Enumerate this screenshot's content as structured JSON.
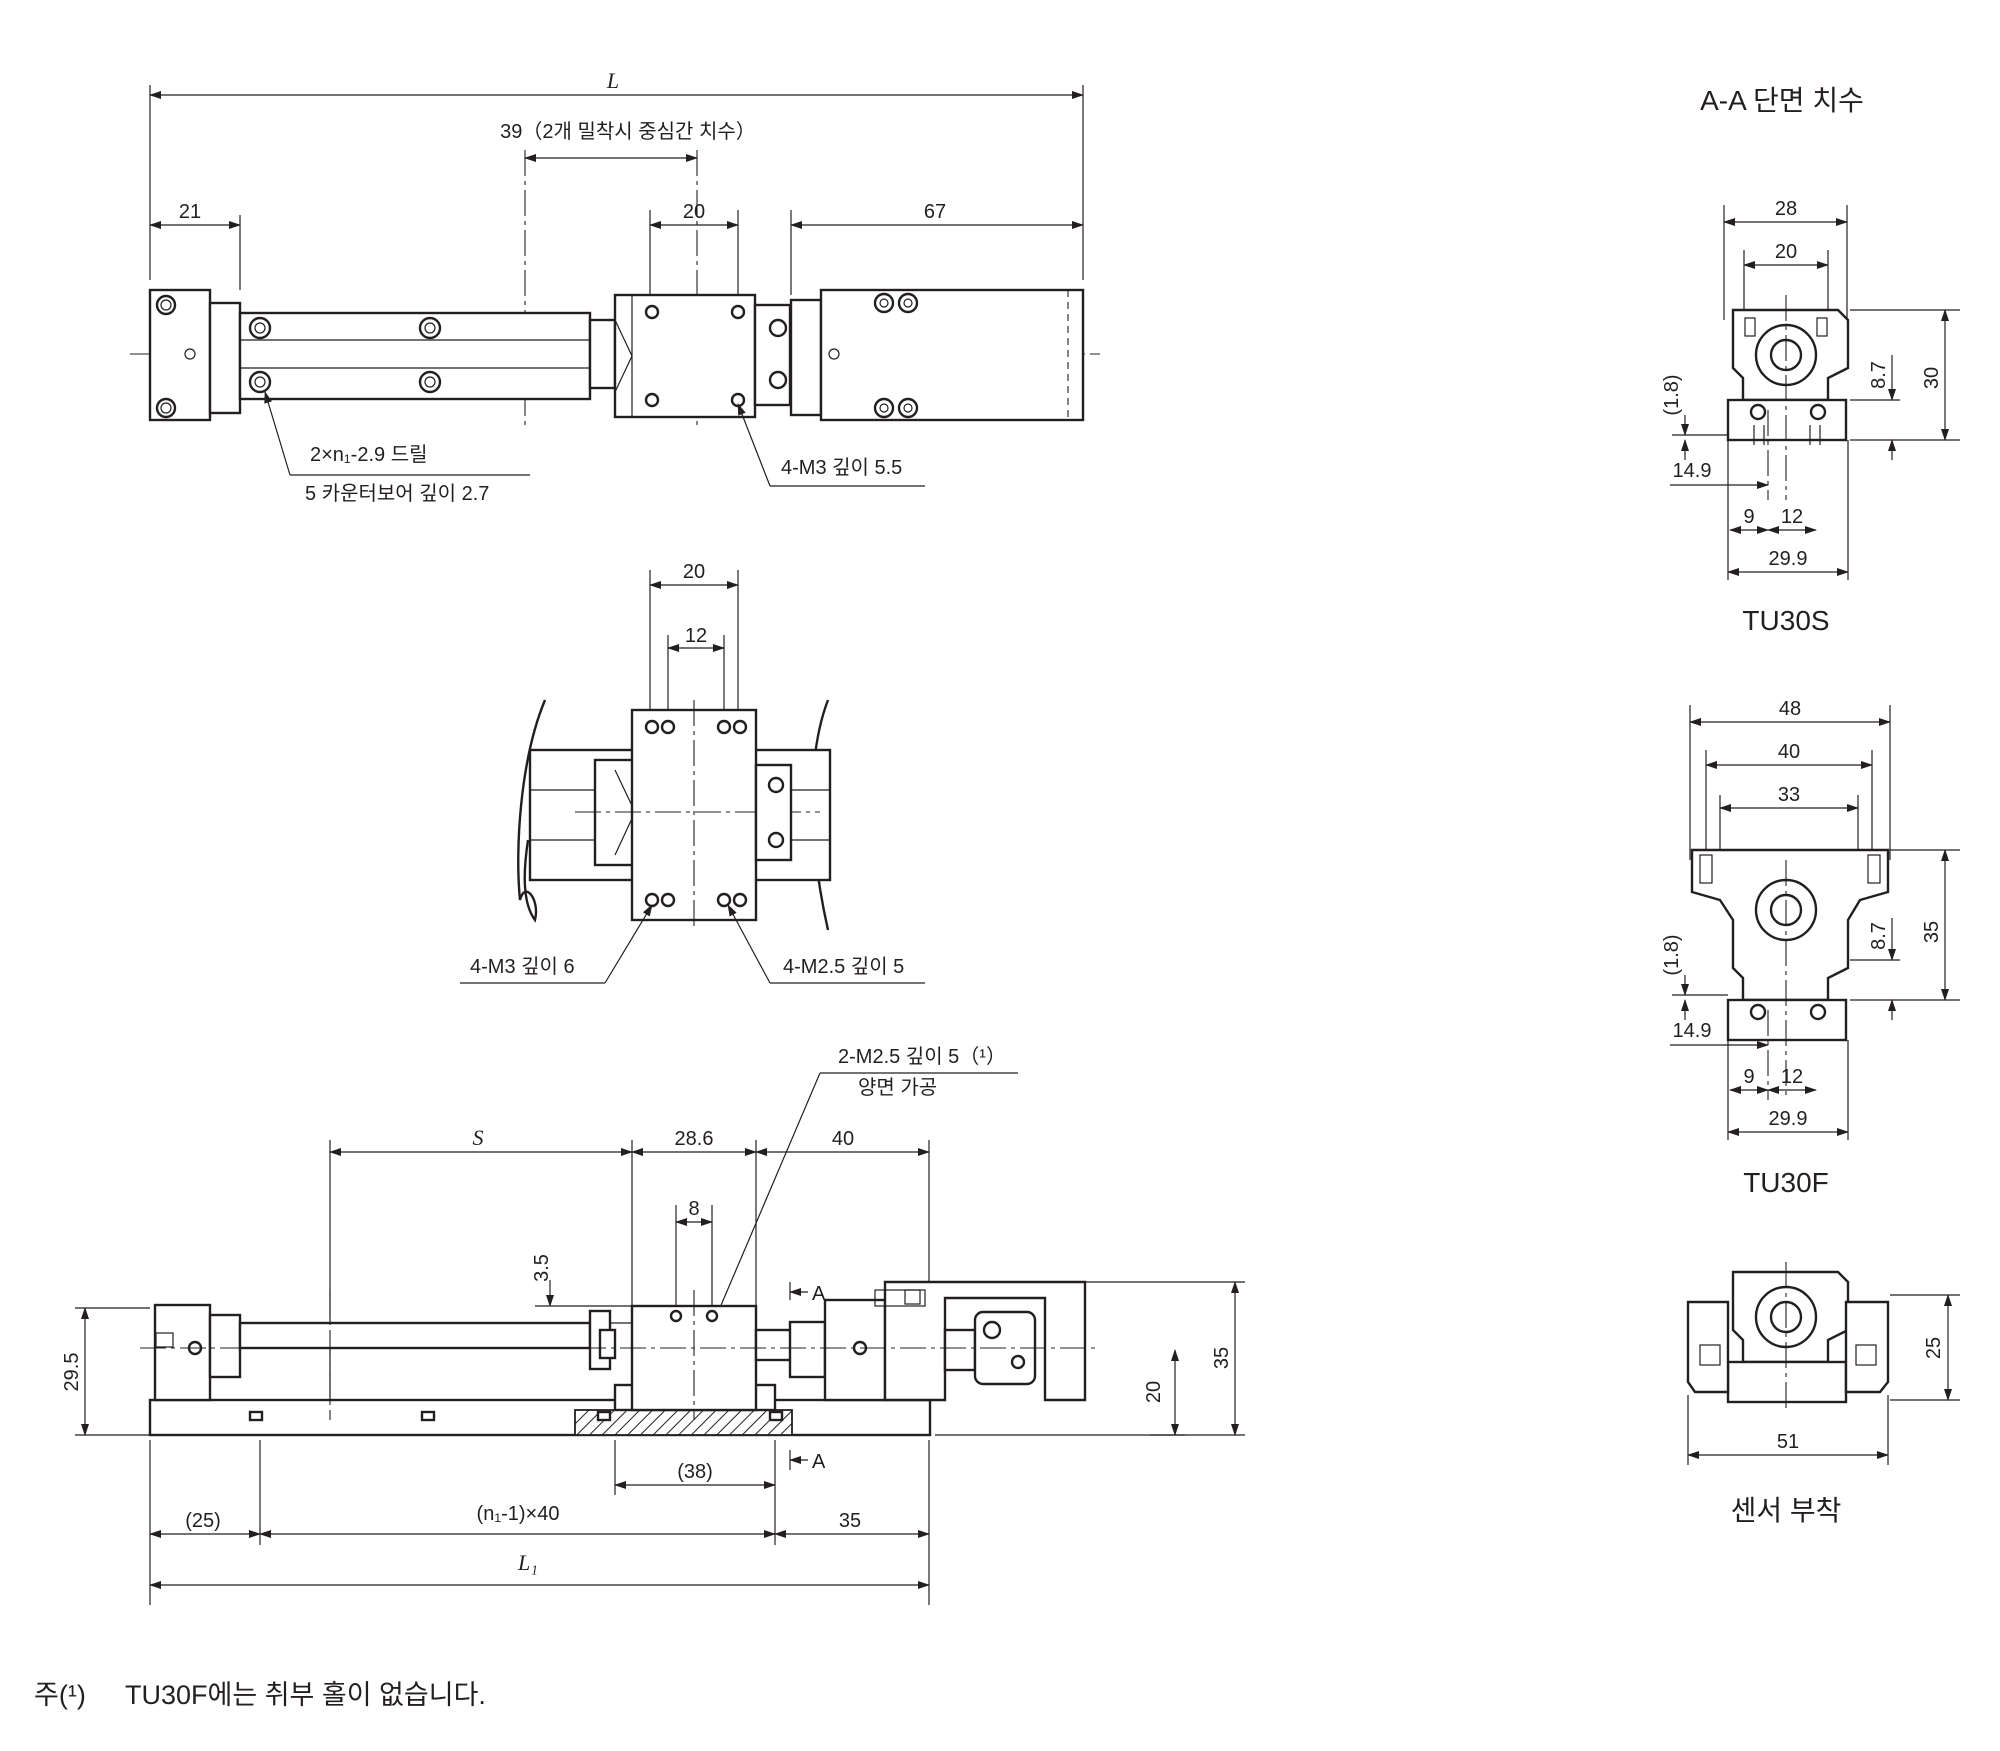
{
  "top_view": {
    "dim_L": "L",
    "dim_39": "39（2개 밀착시 중심간 치수）",
    "dim_21": "21",
    "dim_20": "20",
    "dim_67": "67",
    "callout_drill_1": "2×n₁-2.9 드릴",
    "callout_drill_2": "5 카운터보어 깊이 2.7",
    "callout_m3": "4-M3 깊이 5.5"
  },
  "slider_view": {
    "dim_20": "20",
    "dim_12": "12",
    "callout_m3": "4-M3 깊이 6",
    "callout_m25": "4-M2.5 깊이 5"
  },
  "side_view": {
    "callout_1": "2-M2.5 깊이 5（¹）",
    "callout_2": "양면 가공",
    "dim_S": "S",
    "dim_28_6": "28.6",
    "dim_40": "40",
    "dim_8": "8",
    "dim_3_5": "3.5",
    "dim_29_5": "29.5",
    "dim_20": "20",
    "dim_35_h": "35",
    "section_a_top": "A",
    "section_a_bottom": "A",
    "dim_38": "(38)",
    "dim_25": "(25)",
    "dim_n1x40": "(n₁-1)×40",
    "dim_35": "35",
    "dim_L1": "L₁"
  },
  "section": {
    "title": "A-A 단면 치수",
    "tu30s": {
      "label": "TU30S",
      "dim_28": "28",
      "dim_20": "20",
      "dim_30": "30",
      "dim_8_7": "8.7",
      "dim_1_8": "(1.8)",
      "dim_14_9": "14.9",
      "dim_9": "9",
      "dim_12": "12",
      "dim_29_9": "29.9"
    },
    "tu30f": {
      "label": "TU30F",
      "dim_48": "48",
      "dim_40": "40",
      "dim_33": "33",
      "dim_35": "35",
      "dim_8_7": "8.7",
      "dim_1_8": "(1.8)",
      "dim_14_9": "14.9",
      "dim_9": "9",
      "dim_12": "12",
      "dim_29_9": "29.9"
    },
    "sensor": {
      "label": "센서 부착",
      "dim_25": "25",
      "dim_51": "51"
    }
  },
  "footnote": {
    "mark": "주(¹)",
    "text": "TU30F에는 취부 홀이 없습니다."
  }
}
